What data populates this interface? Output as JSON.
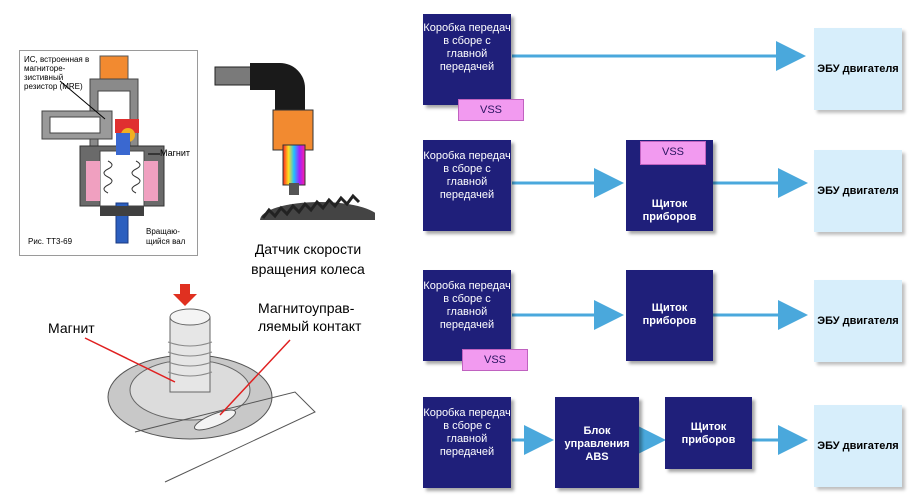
{
  "left": {
    "cutaway": {
      "ic_label": "ИС, встроенная в магниторе-зистивный резистор (MRE)",
      "magnet_label": "Магнит",
      "shaft_label": "Вращаю-щийся вал",
      "figure_ref": "Рис. TT3-69"
    },
    "wheel_sensor_label": "Датчик скорости вращения колеса",
    "reed": {
      "magnet_label": "Магнит",
      "contact_label": "Магнитоуправ-ляемый контакт"
    }
  },
  "rows": [
    {
      "gearbox": "Коробка передач в сборе с главной передачей",
      "vss": "VSS",
      "ecu": "ЭБУ двигателя"
    },
    {
      "gearbox": "Коробка передач в сборе с главной передачей",
      "cluster": "Щиток приборов",
      "vss": "VSS",
      "ecu": "ЭБУ двигателя"
    },
    {
      "gearbox": "Коробка передач в сборе с главной передачей",
      "vss": "VSS",
      "cluster": "Щиток приборов",
      "ecu": "ЭБУ двигателя"
    },
    {
      "gearbox": "Коробка передач в сборе с главной передачей",
      "abs": "Блок управления ABS",
      "cluster": "Щиток приборов",
      "ecu": "ЭБУ двигателя"
    }
  ],
  "colors": {
    "dark_box": "#1f1f7a",
    "light_box": "#d7eefb",
    "vss_tag": "#f29af0",
    "arrow": "#4aa8dc"
  }
}
